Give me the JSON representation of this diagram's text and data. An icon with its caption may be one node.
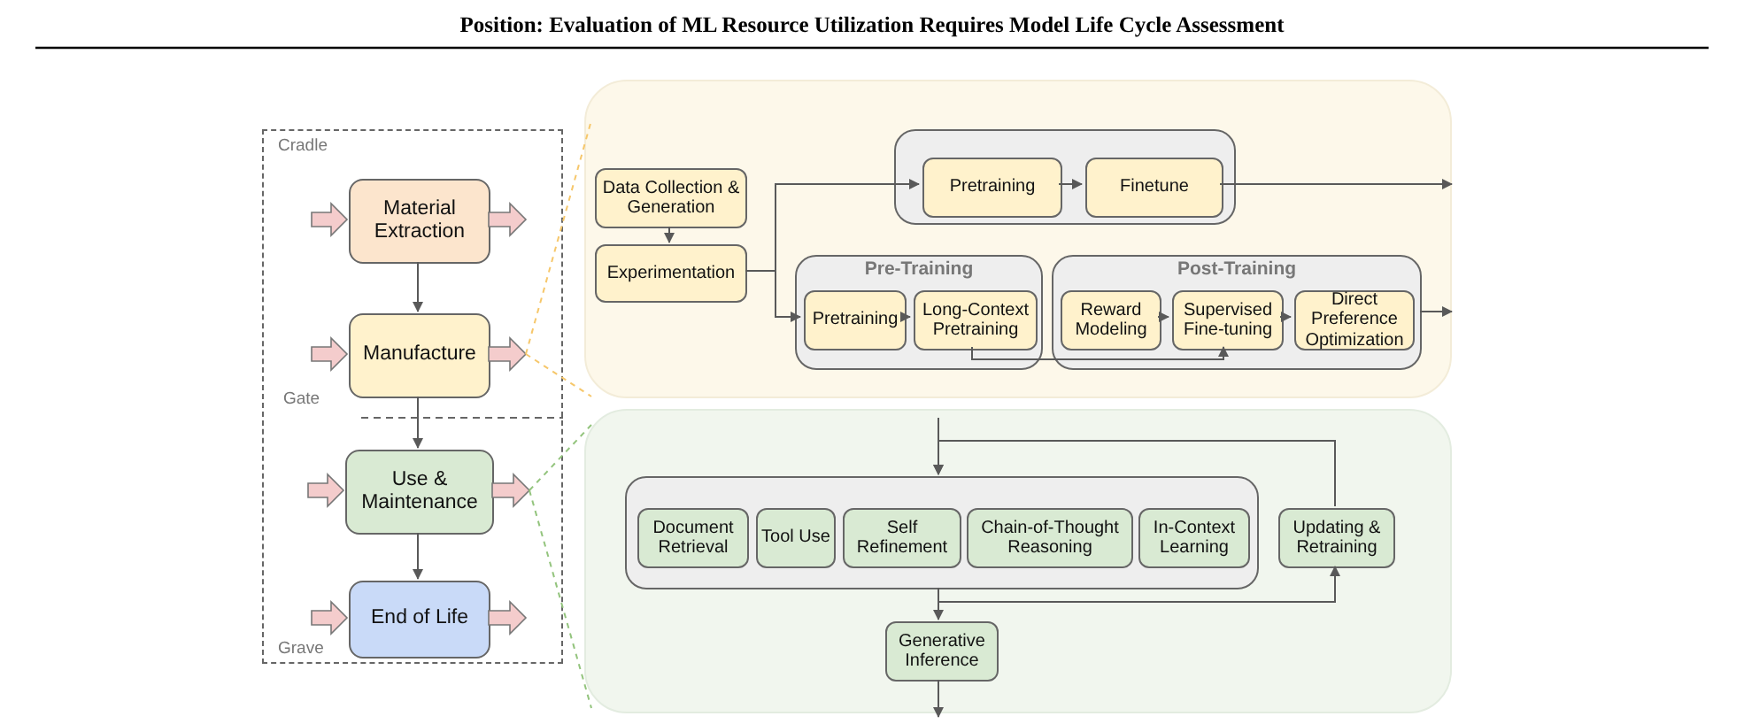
{
  "diagram": {
    "title": "Position: Evaluation of ML Resource Utilization Requires Model Life Cycle Assessment",
    "nodes": [
      {
        "text": [],
        "shape": "box"
      },
      {
        "text": [
          "Material Extraction"
        ],
        "in": 0
      },
      {
        "text": [
          "Manufacture"
        ],
        "in": 0
      },
      {
        "text": [
          "Use & Maintenance"
        ],
        "in": 0
      },
      {
        "text": [
          "End of Life"
        ],
        "in": 0
      },
      {
        "text": [],
        "shape": "box"
      },
      {
        "text": [
          "Data Collection & Generation"
        ],
        "in": 5
      },
      {
        "text": [
          "Experimentation"
        ],
        "in": 5
      },
      {
        "text": [],
        "shape": "box",
        "in": 5
      },
      {
        "text": [
          "Pretraining"
        ],
        "in": 8
      },
      {
        "text": [
          "Finetune"
        ],
        "in": 8
      },
      {
        "text": [
          "Pre-Training"
        ],
        "in": 5
      },
      {
        "text": [
          "Pretraining"
        ],
        "in": 11
      },
      {
        "text": [
          "Long-Context Pretraining"
        ],
        "in": 11
      },
      {
        "text": [
          "Post-Training"
        ],
        "in": 5
      },
      {
        "text": [
          "Reward Modeling"
        ],
        "in": 14
      },
      {
        "text": [
          "Supervised Fine-tuning"
        ],
        "in": 14
      },
      {
        "text": [
          "Direct Preference Optimization"
        ],
        "in": 14
      },
      {
        "text": [],
        "shape": "box"
      },
      {
        "text": [],
        "shape": "box",
        "in": 18
      },
      {
        "text": [
          "Document Retrieval"
        ],
        "in": 19
      },
      {
        "text": [
          "Tool Use"
        ],
        "in": 19
      },
      {
        "text": [
          "Self Refinement"
        ],
        "in": 19
      },
      {
        "text": [
          "Chain-of-Thought Reasoning"
        ],
        "in": 19
      },
      {
        "text": [
          "In-Context Learning"
        ],
        "in": 19
      },
      {
        "text": [
          "Updating & Retraining"
        ],
        "in": 18
      },
      {
        "text": [
          "Generative Inference"
        ],
        "in": 18
      }
    ],
    "edges": [
      {
        "from": null,
        "to": 1,
        "arrow": "to",
        "style": "thick",
        "color": "#f4cccc"
      },
      {
        "from": 1,
        "to": null,
        "arrow": "to",
        "style": "thick",
        "color": "#f4cccc"
      },
      {
        "from": null,
        "to": 2,
        "arrow": "to",
        "style": "thick",
        "color": "#f4cccc"
      },
      {
        "from": 2,
        "to": null,
        "arrow": "to",
        "style": "thick",
        "color": "#f4cccc"
      },
      {
        "from": null,
        "to": 3,
        "arrow": "to",
        "style": "thick",
        "color": "#f4cccc"
      },
      {
        "from": 3,
        "to": null,
        "arrow": "to",
        "style": "thick",
        "color": "#f4cccc"
      },
      {
        "from": null,
        "to": 4,
        "arrow": "to",
        "style": "thick",
        "color": "#f4cccc"
      },
      {
        "from": 4,
        "to": null,
        "arrow": "to",
        "style": "thick",
        "color": "#f4cccc"
      },
      {
        "from": 1,
        "to": 2,
        "arrow": "to"
      },
      {
        "from": 2,
        "to": 3,
        "arrow": "to"
      },
      {
        "from": 3,
        "to": 4,
        "arrow": "to"
      },
      {
        "from": 2,
        "to": 5,
        "arrow": "none",
        "style": "dashed",
        "color": "#f6c76b"
      },
      {
        "from": 2,
        "to": 5,
        "arrow": "none",
        "style": "dashed",
        "color": "#f6c76b"
      },
      {
        "from": 3,
        "to": 18,
        "arrow": "none",
        "style": "dashed",
        "color": "#93c47d"
      },
      {
        "from": 3,
        "to": 18,
        "arrow": "none",
        "style": "dashed",
        "color": "#93c47d"
      },
      {
        "from": 6,
        "to": 7,
        "arrow": "to"
      },
      {
        "from": 7,
        "to": 9,
        "arrow": "to"
      },
      {
        "from": 7,
        "to": 12,
        "arrow": "to"
      },
      {
        "from": 9,
        "to": 10,
        "arrow": "to"
      },
      {
        "from": 10,
        "to": null,
        "arrow": "to"
      },
      {
        "from": 12,
        "to": 13,
        "arrow": "to"
      },
      {
        "from": 13,
        "to": 16,
        "arrow": "to"
      },
      {
        "from": 15,
        "to": 16,
        "arrow": "to"
      },
      {
        "from": 16,
        "to": 17,
        "arrow": "to"
      },
      {
        "from": 14,
        "to": null,
        "arrow": "to"
      },
      {
        "from": null,
        "to": 19,
        "arrow": "to"
      },
      {
        "from": 25,
        "to": 19,
        "arrow": "to"
      },
      {
        "from": 19,
        "to": 26,
        "arrow": "to"
      },
      {
        "from": 19,
        "to": 25,
        "arrow": "to"
      },
      {
        "from": 26,
        "to": null,
        "arrow": "to"
      }
    ],
    "labels": [
      "Cradle",
      "Gate",
      "Grave"
    ]
  }
}
